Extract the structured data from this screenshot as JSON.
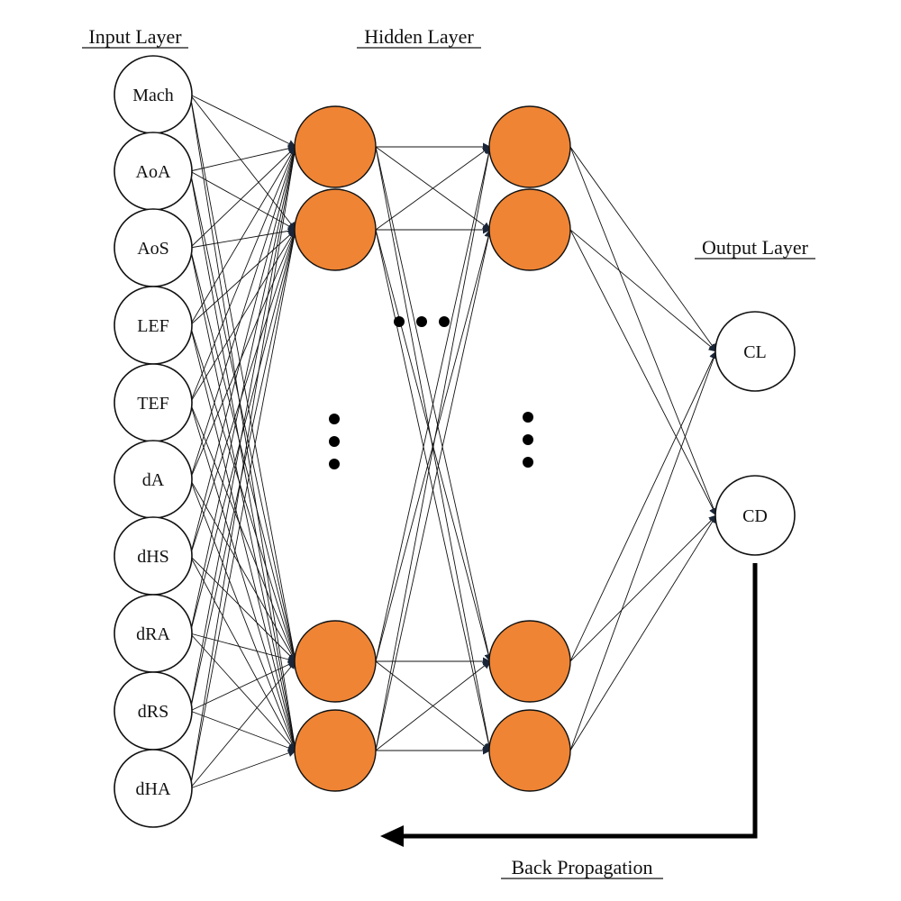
{
  "headings": {
    "input": "Input Layer",
    "hidden": "Hidden Layer",
    "output": "Output Layer",
    "back_propagation": "Back Propagation"
  },
  "input_nodes": [
    "Mach",
    "AoA",
    "AoS",
    "LEF",
    "TEF",
    "dA",
    "dHS",
    "dRA",
    "dRS",
    "dHA"
  ],
  "output_nodes": [
    "CL",
    "CD"
  ],
  "hidden_layers": {
    "count": 2,
    "visible_nodes_per_layer": 4,
    "fill_color": "#ef8434"
  },
  "colors": {
    "node_stroke": "#111111",
    "arrow": "#000000"
  }
}
